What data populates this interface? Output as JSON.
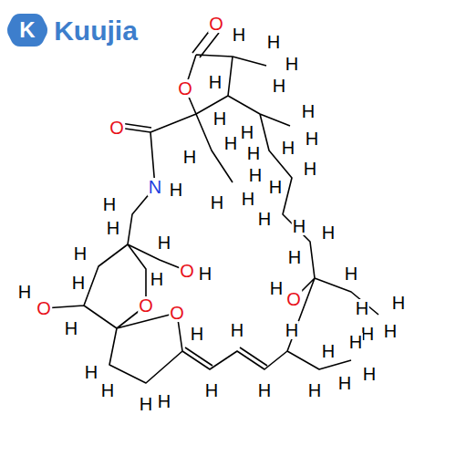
{
  "diagram": {
    "labels": [
      "K",
      "Kuujia",
      "O",
      "O",
      "O",
      "N",
      "H",
      "O",
      "H",
      "O",
      "O",
      "O",
      "H",
      "O",
      "H",
      "H",
      "H",
      "H",
      "H",
      "H",
      "H",
      "H",
      "H",
      "H",
      "H",
      "H",
      "H",
      "H",
      "H",
      "H",
      "H",
      "H",
      "H",
      "H",
      "H",
      "H",
      "H",
      "H",
      "H",
      "H",
      "H",
      "H",
      "H",
      "H",
      "H",
      "H",
      "H",
      "H",
      "H",
      "H",
      "H",
      "H",
      "H",
      "H",
      "H",
      "H",
      "H",
      "H",
      "H",
      "H",
      "H",
      "H",
      "H"
    ]
  }
}
